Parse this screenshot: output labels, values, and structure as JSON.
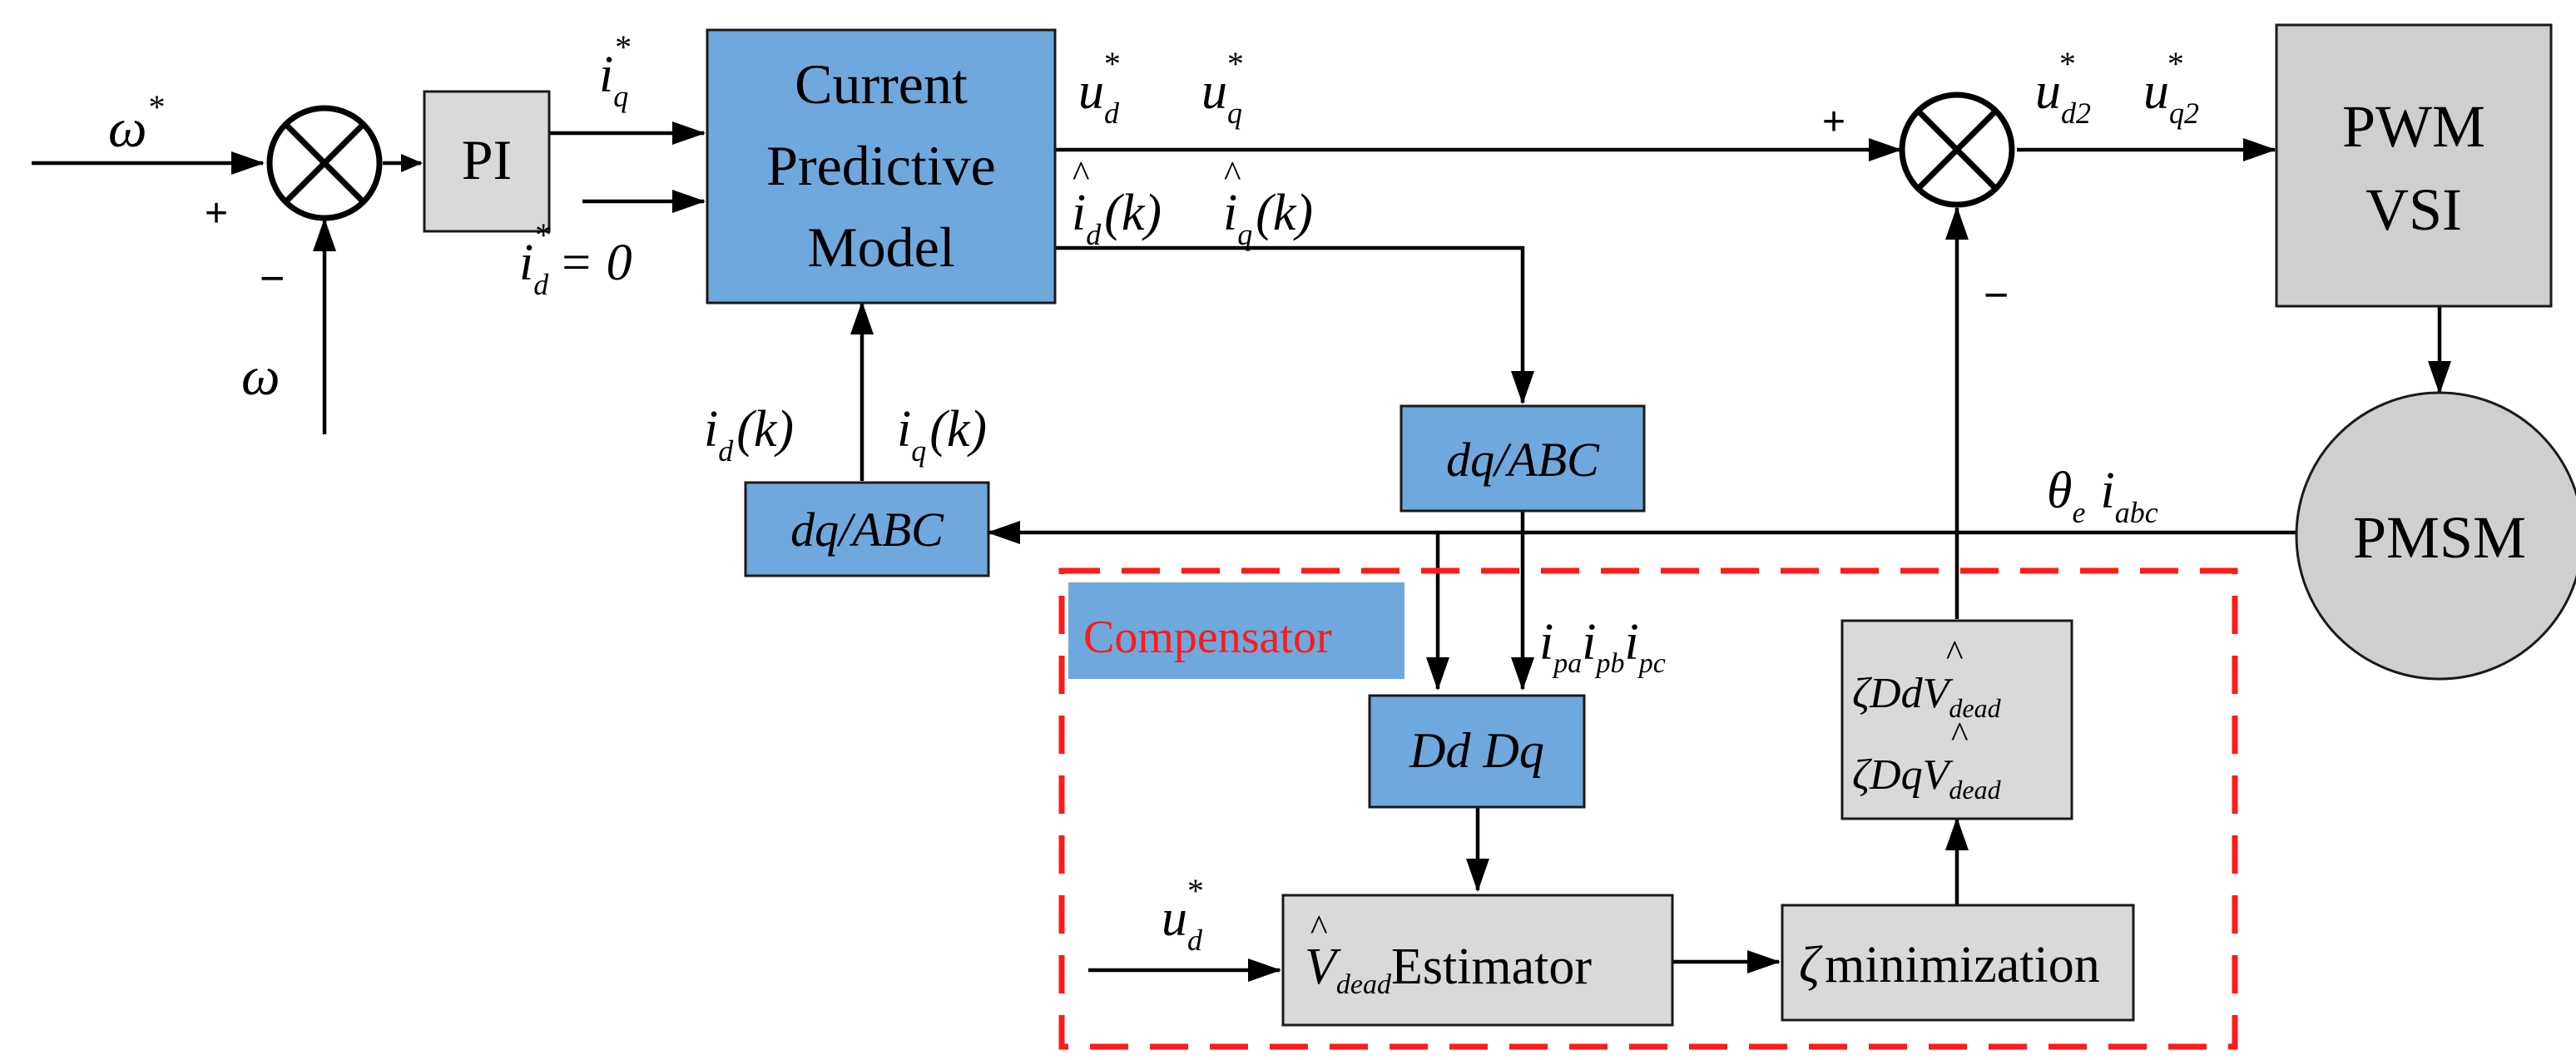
{
  "blocks": {
    "pi": "PI",
    "cpm": {
      "line1": "Current",
      "line2": "Predictive",
      "line3": "Model"
    },
    "pwm": {
      "line1": "PWM",
      "line2": "VSI"
    },
    "pmsm": "PMSM",
    "dq_abc_1": "dq/ABC",
    "dq_abc_2": "dq/ABC",
    "dd_dq": "Dd Dq",
    "estimator": {
      "symbol": "V",
      "sub": "dead",
      "text": "Estimator"
    },
    "minimization": {
      "symbol": "ζ",
      "text": "minimization"
    },
    "compensation": {
      "row1": {
        "prefix": "ζDd",
        "symbol": "V",
        "sub": "dead"
      },
      "row2": {
        "prefix": "ζDq",
        "symbol": "V",
        "sub": "dead"
      }
    },
    "compensator": "Compensator"
  },
  "signals": {
    "omega_ref": {
      "base": "ω",
      "sup": "*"
    },
    "omega": "ω",
    "iq_ref": {
      "base": "i",
      "sub": "q",
      "sup": "*"
    },
    "id_ref": {
      "base": "i",
      "sub": "d",
      "sup": "*",
      "eq": "= 0"
    },
    "ud_ref": {
      "base": "u",
      "sub": "d",
      "sup": "*"
    },
    "uq_ref": {
      "base": "u",
      "sub": "q",
      "sup": "*"
    },
    "ud2_ref": {
      "base": "u",
      "sub": "d2",
      "sup": "*"
    },
    "uq2_ref": {
      "base": "u",
      "sub": "q2",
      "sup": "*"
    },
    "id_hat": {
      "base": "i",
      "sub": "d",
      "arg": "(k)"
    },
    "iq_hat": {
      "base": "i",
      "sub": "q",
      "arg": "(k)"
    },
    "id_k": {
      "base": "i",
      "sub": "d",
      "arg": "(k)"
    },
    "iq_k": {
      "base": "i",
      "sub": "q",
      "arg": "(k)"
    },
    "theta_iabc": {
      "theta": "θ",
      "theta_sub": "e",
      "i": "i",
      "i_sub": "abc"
    },
    "ipabc": {
      "i1": "i",
      "s1": "pa",
      "i2": "i",
      "s2": "pb",
      "i3": "i",
      "s3": "pc"
    },
    "ud_ref_est": {
      "base": "u",
      "sub": "d",
      "sup": "*"
    }
  },
  "signs": {
    "speed_plus": "+",
    "speed_minus": "−",
    "voltage_plus": "+",
    "voltage_minus": "−"
  }
}
